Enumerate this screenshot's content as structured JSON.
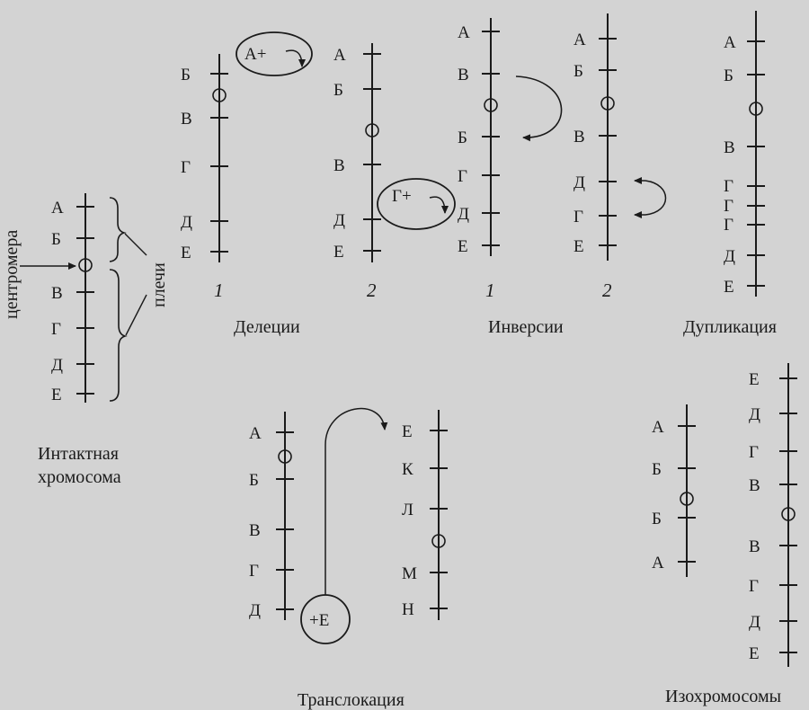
{
  "colors": {
    "background": "#d3d3d3",
    "ink": "#1a1a1a"
  },
  "intact": {
    "genes": [
      "А",
      "Б",
      "В",
      "Г",
      "Д",
      "Е"
    ],
    "label_centromere": "центромера",
    "label_arms": "плечи",
    "caption_line1": "Интактная",
    "caption_line2": "хромосома"
  },
  "deletions": {
    "caption": "Делеции",
    "variant1": {
      "genes": [
        "Б",
        "В",
        "Г",
        "Д",
        "Е"
      ],
      "removed": "А+",
      "number": "1"
    },
    "variant2": {
      "genes": [
        "А",
        "Б",
        "В",
        "Д",
        "Е"
      ],
      "removed": "Г+",
      "number": "2"
    }
  },
  "inversions": {
    "caption": "Инверсии",
    "variant1": {
      "genes": [
        "А",
        "В",
        "Б",
        "Г",
        "Д",
        "Е"
      ],
      "number": "1"
    },
    "variant2": {
      "genes": [
        "А",
        "Б",
        "В",
        "Д",
        "Г",
        "Е"
      ],
      "number": "2"
    }
  },
  "duplication": {
    "caption": "Дупликация",
    "genes": [
      "А",
      "Б",
      "В",
      "Г",
      "Г",
      "Г",
      "Д",
      "Е"
    ]
  },
  "translocation": {
    "caption": "Транслокация",
    "donor": {
      "genes": [
        "А",
        "Б",
        "В",
        "Г",
        "Д"
      ]
    },
    "moved": "+Е",
    "recipient": {
      "genes": [
        "Е",
        "К",
        "Л",
        "М",
        "Н"
      ]
    }
  },
  "isochromosomes": {
    "caption": "Изохромосомы",
    "short": {
      "genes": [
        "А",
        "Б",
        "Б",
        "А"
      ]
    },
    "long": {
      "genes": [
        "Е",
        "Д",
        "Г",
        "В",
        "В",
        "Г",
        "Д",
        "Е"
      ]
    }
  }
}
